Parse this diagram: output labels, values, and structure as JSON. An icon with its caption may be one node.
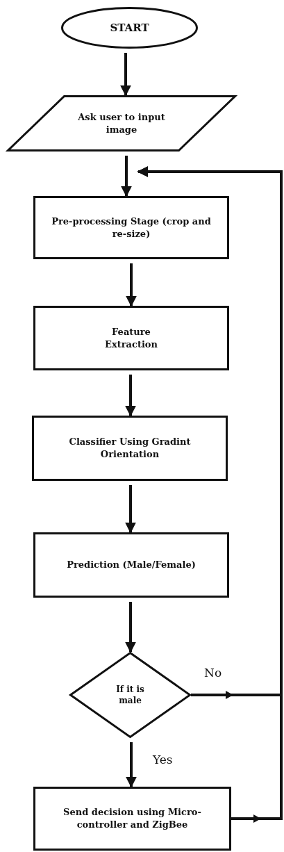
{
  "diagram": {
    "nodes": [
      {
        "text": [
          "START"
        ]
      },
      {
        "text": [
          "Ask user to input image"
        ]
      },
      {
        "text": [
          "Pre-processing Stage (crop and re-size)"
        ]
      },
      {
        "text": [
          "Feature Extraction"
        ]
      },
      {
        "text": [
          "Classifier Using Gradint Orientation"
        ]
      },
      {
        "text": [
          "Prediction (Male/Female)"
        ]
      },
      {
        "text": [
          "If it is male"
        ]
      },
      {
        "text": [
          "Send decision using Micro-controller and ZigBee"
        ]
      }
    ],
    "edges": [
      {
        "from": 0,
        "to": 1,
        "arrow": "to"
      },
      {
        "from": 1,
        "to": 2,
        "arrow": "to"
      },
      {
        "from": 2,
        "to": 3,
        "arrow": "to"
      },
      {
        "from": 3,
        "to": 4,
        "arrow": "to"
      },
      {
        "from": 4,
        "to": 5,
        "arrow": "to"
      },
      {
        "from": 5,
        "to": 6,
        "arrow": "to"
      },
      {
        "from": 6,
        "to": 7,
        "arrow": "to",
        "label": "Yes"
      },
      {
        "from": 6,
        "to": 2,
        "arrow": "to",
        "label": "No"
      },
      {
        "from": 7,
        "to": 2,
        "arrow": "to"
      }
    ]
  }
}
